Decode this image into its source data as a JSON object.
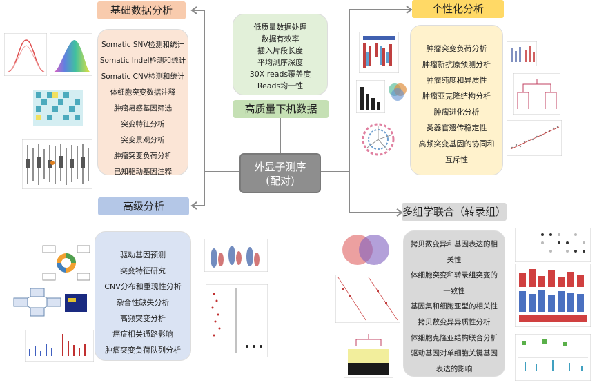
{
  "center": {
    "title": "外显子测序",
    "subtitle": "(配对)"
  },
  "qc": {
    "title": "高质量下机数据",
    "items": [
      "低质量数据处理",
      "数据有效率",
      "插入片段长度",
      "平均测序深度",
      "30X reads覆盖度",
      "Reads均一性"
    ]
  },
  "basic": {
    "title": "基础数据分析",
    "items": [
      "Somatic SNV检测和统计",
      "Somatic Indel检测和统计",
      "Somatic CNV检测和统计",
      "体细胞突变数据注释",
      "肿瘤易感基因筛选",
      "突变特征分析",
      "突变景观分析",
      "肿瘤突变负荷分析",
      "已知驱动基因注释"
    ]
  },
  "personal": {
    "title": "个性化分析",
    "items": [
      "肿瘤突变负荷分析",
      "肿瘤新抗原预测分析",
      "肿瘤纯度和异质性",
      "肿瘤亚克隆结构分析",
      "肿瘤进化分析",
      "类器官遗传稳定性",
      "高频突变基因的协同和",
      "互斥性"
    ]
  },
  "advanced": {
    "title": "高级分析",
    "items": [
      "驱动基因预测",
      "突变特征研究",
      "CNV分布和重现性分析",
      "杂合性缺失分析",
      "高频突变分析",
      "癌症相关通路影响",
      "肿瘤突变负荷队列分析"
    ]
  },
  "multiomics": {
    "title": "多组学联合（转录组）",
    "items": [
      "拷贝数变异和基因表达的相",
      "关性",
      "体细胞突变和转录组突变的",
      "一致性",
      "基因集和细胞亚型的相关性",
      "拷贝数变异异质性分析",
      "体细胞克隆亚结构联合分析",
      "驱动基因对单细胞关键基因",
      "表达的影响"
    ]
  },
  "thumbnails": [
    "density-plot",
    "density-gradient-plot",
    "heatmap",
    "boxplot",
    "mutation-heatmap",
    "bar-chart",
    "venn-diagram",
    "circular-tree",
    "violin-plot",
    "phylogeny-tree",
    "scatter-plot",
    "pathway-diagram",
    "network-diagram",
    "manhattan-plot",
    "forest-plot",
    "upset-plot",
    "stacked-bar-plot",
    "cnv-plot"
  ],
  "colors": {
    "line": "#8a8a8a",
    "center": "#8e8e8e"
  }
}
